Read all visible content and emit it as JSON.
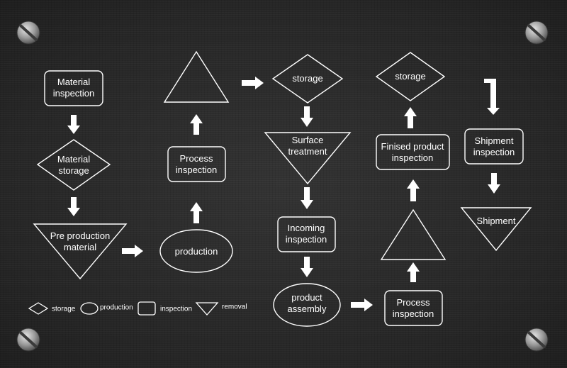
{
  "colors": {
    "background": "#2a2a2a",
    "stroke": "#ffffff",
    "text": "#ffffff"
  },
  "nodes": {
    "material_inspection": "Material\ninspection",
    "material_storage": "Material\nstorage",
    "pre_production_material": "Pre production\nmaterial",
    "production": "production",
    "process_inspection_1": "Process\ninspection",
    "storage_1": "storage",
    "surface_treatment": "Surface\ntreatment",
    "incoming_inspection": "Incoming\ninspection",
    "product_assembly": "product\nassembly",
    "process_inspection_2": "Process\ninspection",
    "finished_product_inspection": "Finised product\ninspection",
    "storage_2": "storage",
    "shipment_inspection": "Shipment\ninspection",
    "shipment": "Shipment"
  },
  "legend": {
    "storage": "storage",
    "production": "production",
    "inspection": "inspection",
    "removal": "removal"
  },
  "decor": {
    "screws": [
      "screw-top-left",
      "screw-top-right",
      "screw-bottom-left",
      "screw-bottom-right"
    ]
  }
}
